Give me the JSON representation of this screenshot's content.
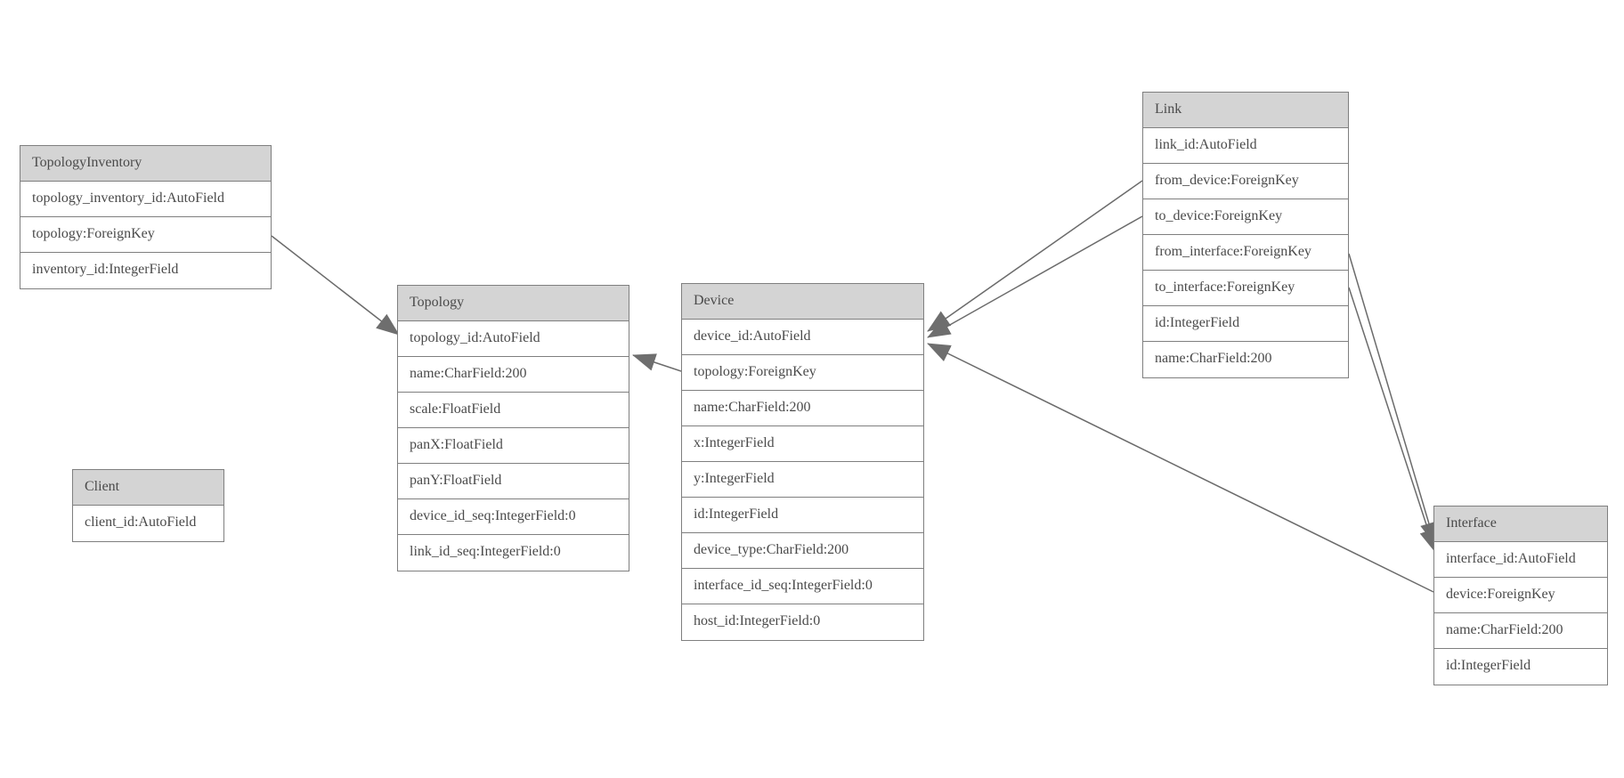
{
  "diagram": {
    "type": "entity-relationship-model",
    "colors": {
      "background": "#ffffff",
      "header_bg": "#d4d4d4",
      "border": "#7f7f7f",
      "text": "#4a4a4a",
      "edge_line": "#6b6b6b",
      "arrowhead": "#6e6e6e"
    },
    "tables": [
      {
        "name": "TopologyInventory",
        "fields": [
          "topology_inventory_id:AutoField",
          "topology:ForeignKey",
          "inventory_id:IntegerField"
        ]
      },
      {
        "name": "Topology",
        "fields": [
          "topology_id:AutoField",
          "name:CharField:200",
          "scale:FloatField",
          "panX:FloatField",
          "panY:FloatField",
          "device_id_seq:IntegerField:0",
          "link_id_seq:IntegerField:0"
        ]
      },
      {
        "name": "Client",
        "fields": [
          "client_id:AutoField"
        ]
      },
      {
        "name": "Device",
        "fields": [
          "device_id:AutoField",
          "topology:ForeignKey",
          "name:CharField:200",
          "x:IntegerField",
          "y:IntegerField",
          "id:IntegerField",
          "device_type:CharField:200",
          "interface_id_seq:IntegerField:0",
          "host_id:IntegerField:0"
        ]
      },
      {
        "name": "Link",
        "fields": [
          "link_id:AutoField",
          "from_device:ForeignKey",
          "to_device:ForeignKey",
          "from_interface:ForeignKey",
          "to_interface:ForeignKey",
          "id:IntegerField",
          "name:CharField:200"
        ]
      },
      {
        "name": "Interface",
        "fields": [
          "interface_id:AutoField",
          "device:ForeignKey",
          "name:CharField:200",
          "id:IntegerField"
        ]
      }
    ],
    "edges": [
      {
        "from": "TopologyInventory.topology",
        "to": "Topology.topology_id"
      },
      {
        "from": "Device.topology",
        "to": "Topology.topology_id"
      },
      {
        "from": "Link.from_device",
        "to": "Device.device_id"
      },
      {
        "from": "Link.to_device",
        "to": "Device.device_id"
      },
      {
        "from": "Link.from_interface",
        "to": "Interface.interface_id"
      },
      {
        "from": "Link.to_interface",
        "to": "Interface.interface_id"
      },
      {
        "from": "Interface.device",
        "to": "Device.device_id"
      }
    ]
  }
}
